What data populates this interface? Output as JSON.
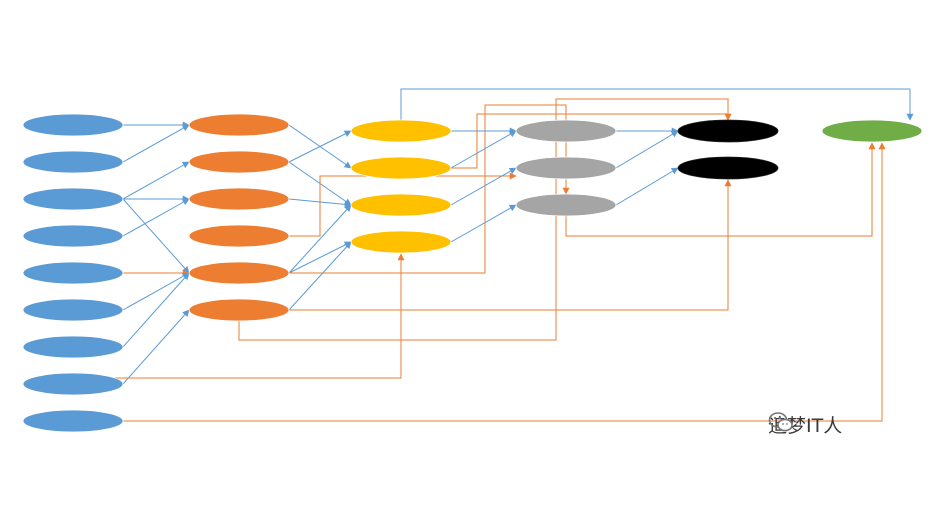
{
  "colors": {
    "blue_node": "#5B9BD5",
    "orange_node": "#ED7D31",
    "yellow_node": "#FFC000",
    "gray_node": "#A5A5A5",
    "black_node": "#000000",
    "green_node": "#70AD47",
    "blue_arrow": "#5B9BD5",
    "orange_arrow": "#ED7D31",
    "background": "#FFFFFF"
  },
  "diagram": {
    "type": "layered directed graph",
    "layers": [
      {
        "color": "blue",
        "count": 9
      },
      {
        "color": "orange",
        "count": 6
      },
      {
        "color": "yellow",
        "count": 4
      },
      {
        "color": "gray",
        "count": 3
      },
      {
        "color": "black",
        "count": 2
      },
      {
        "color": "green",
        "count": 1
      }
    ],
    "edges": [
      {
        "from": "b0",
        "to": "o0",
        "color": "blue"
      },
      {
        "from": "b1",
        "to": "o0",
        "color": "blue"
      },
      {
        "from": "b2",
        "to": "o1",
        "color": "blue"
      },
      {
        "from": "b2",
        "to": "o2",
        "color": "blue"
      },
      {
        "from": "b2",
        "to": "o4",
        "color": "blue"
      },
      {
        "from": "b3",
        "to": "o2",
        "color": "blue"
      },
      {
        "from": "b4",
        "to": "o4",
        "color": "orange"
      },
      {
        "from": "b5",
        "to": "o4",
        "color": "blue"
      },
      {
        "from": "b6",
        "to": "o4",
        "color": "blue"
      },
      {
        "from": "b7",
        "to": "o5",
        "color": "blue"
      },
      {
        "from": "b7",
        "to": "y3",
        "color": "orange",
        "routed": true
      },
      {
        "from": "b8",
        "to": "g0",
        "color": "orange",
        "routed": true
      },
      {
        "from": "o0",
        "to": "y1",
        "color": "blue"
      },
      {
        "from": "o1",
        "to": "y0",
        "color": "blue"
      },
      {
        "from": "o1",
        "to": "y2",
        "color": "blue"
      },
      {
        "from": "o2",
        "to": "y2",
        "color": "blue"
      },
      {
        "from": "o3",
        "to": "gr1",
        "color": "orange",
        "routed": true
      },
      {
        "from": "o4",
        "to": "y2",
        "color": "blue"
      },
      {
        "from": "o4",
        "to": "y3",
        "color": "blue"
      },
      {
        "from": "o4",
        "to": "gr2",
        "color": "orange",
        "routed": true
      },
      {
        "from": "o5",
        "to": "y3",
        "color": "blue"
      },
      {
        "from": "o5",
        "to": "k1",
        "color": "orange",
        "routed": true
      },
      {
        "from": "o5",
        "to": "k0",
        "color": "orange",
        "routed": true
      },
      {
        "from": "y0",
        "to": "gr0",
        "color": "blue"
      },
      {
        "from": "y0",
        "to": "g0",
        "color": "blue",
        "routed": true
      },
      {
        "from": "y1",
        "to": "gr0",
        "color": "blue"
      },
      {
        "from": "y1",
        "to": "k0",
        "color": "orange",
        "routed": true
      },
      {
        "from": "y2",
        "to": "gr1",
        "color": "blue"
      },
      {
        "from": "y3",
        "to": "gr2",
        "color": "blue"
      },
      {
        "from": "gr0",
        "to": "k0",
        "color": "blue"
      },
      {
        "from": "gr1",
        "to": "k0",
        "color": "blue"
      },
      {
        "from": "gr2",
        "to": "k1",
        "color": "blue"
      },
      {
        "from": "gr2",
        "to": "g0",
        "color": "orange",
        "routed": true
      }
    ]
  },
  "watermark": {
    "text": "追梦IT人",
    "icon": "wechat-bubble-icon"
  }
}
